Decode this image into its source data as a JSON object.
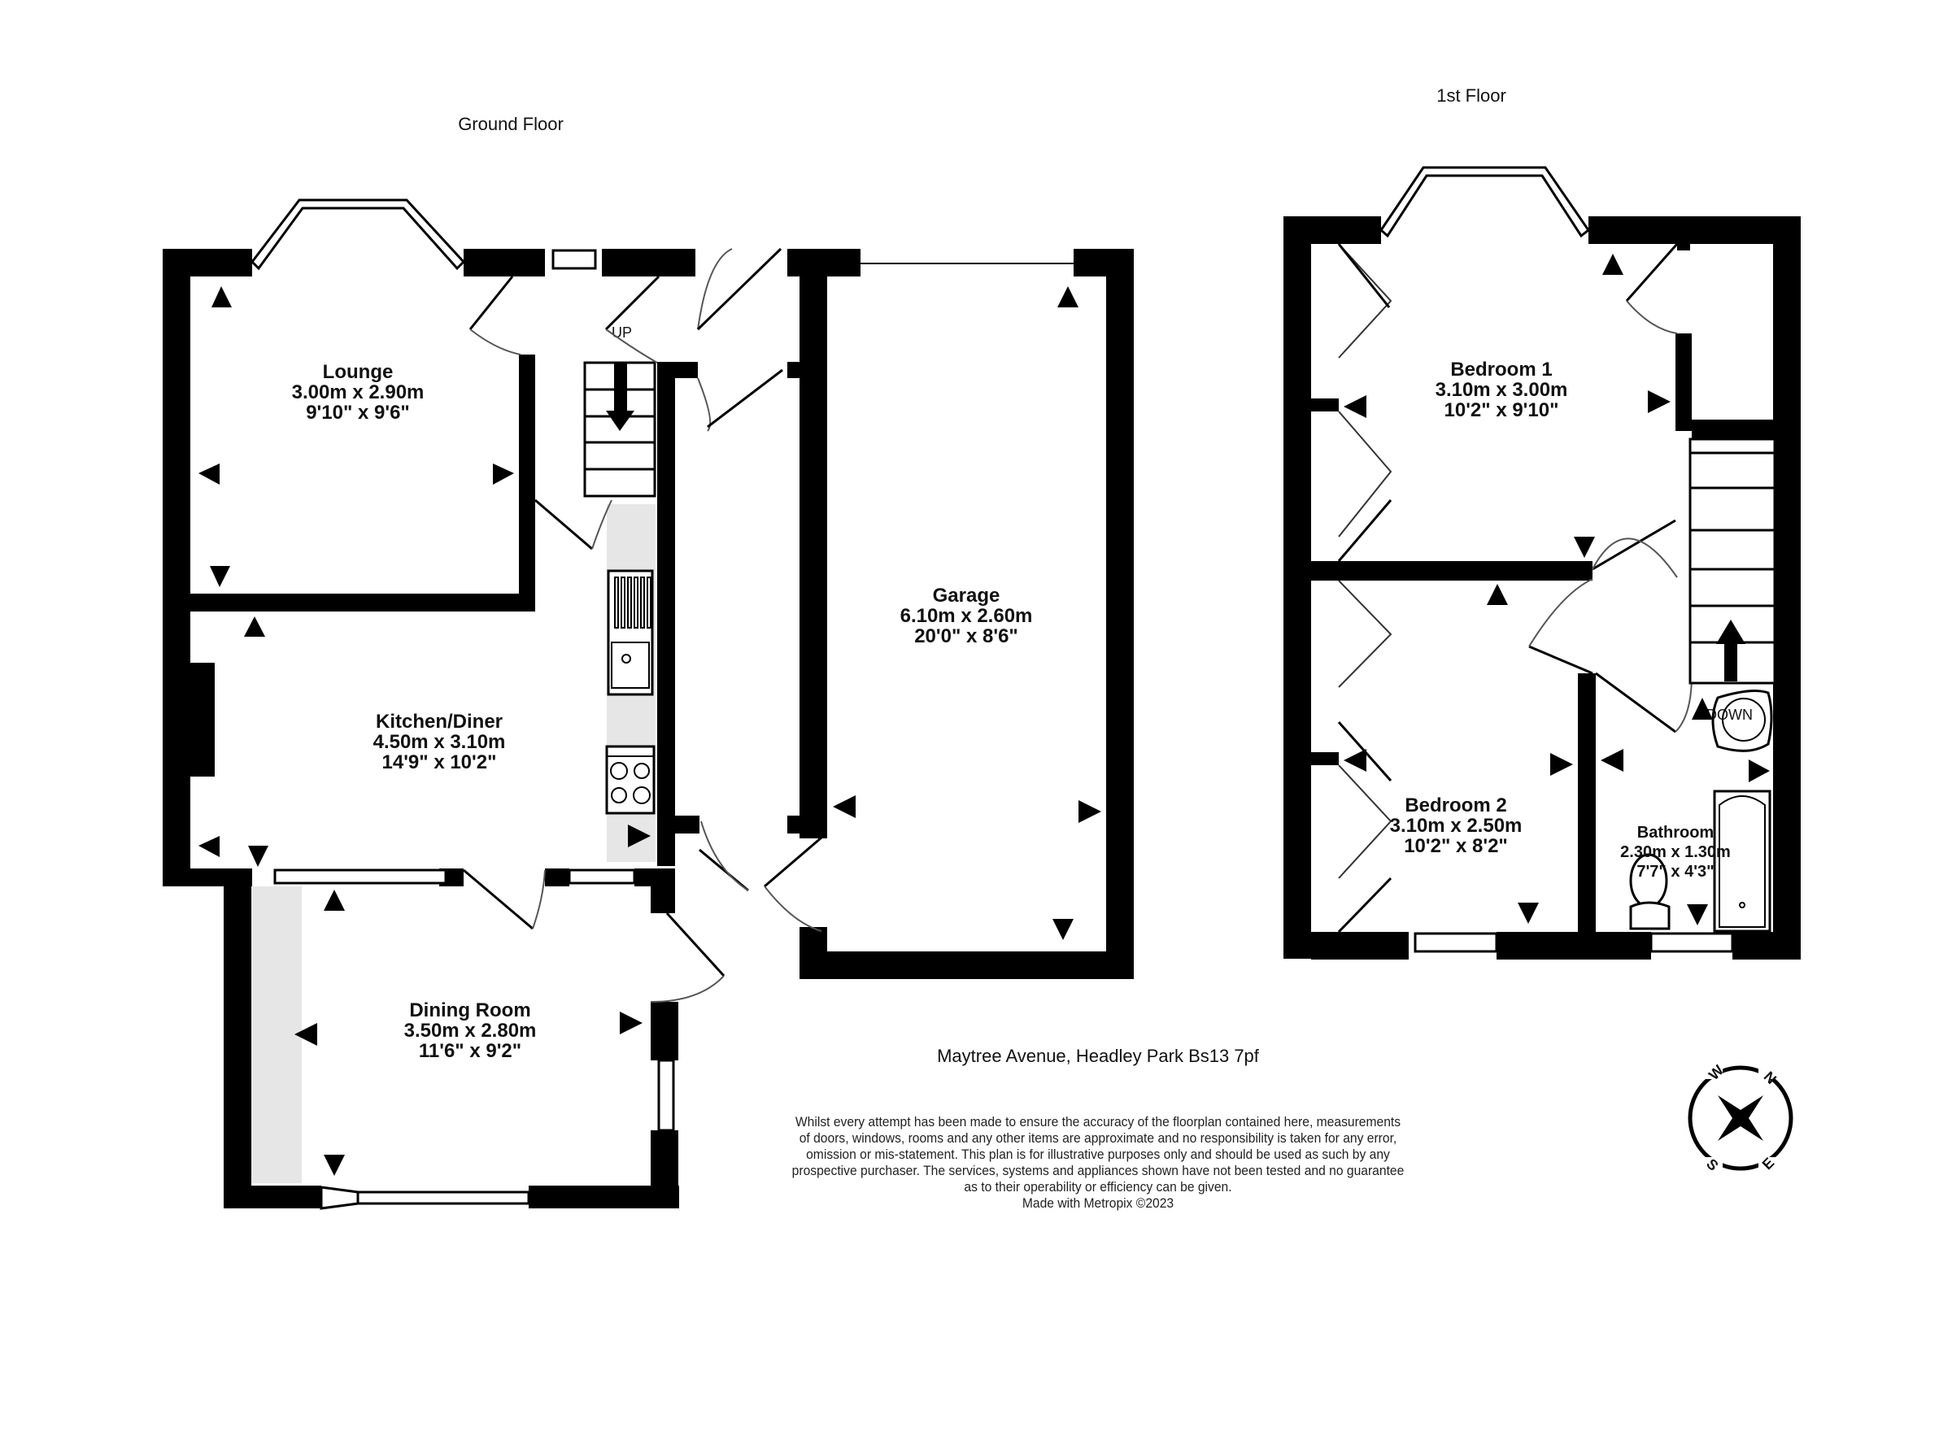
{
  "floors": [
    {
      "title": "Ground Floor",
      "rooms": [
        {
          "name": "Lounge",
          "metric": "3.00m  x 2.90m",
          "imperial": "9'10\"  x 9'6\""
        },
        {
          "name": "Kitchen/Diner",
          "metric": "4.50m  x 3.10m",
          "imperial": "14'9\"  x 10'2\""
        },
        {
          "name": "Dining Room",
          "metric": "3.50m  x 2.80m",
          "imperial": "11'6\"  x 9'2\""
        },
        {
          "name": "Garage",
          "metric": "6.10m  x 2.60m",
          "imperial": "20'0\"  x 8'6\""
        }
      ],
      "stairs_label": "UP"
    },
    {
      "title": "1st Floor",
      "rooms": [
        {
          "name": "Bedroom 1",
          "metric": "3.10m  x 3.00m",
          "imperial": "10'2\"  x 9'10\""
        },
        {
          "name": "Bedroom 2",
          "metric": "3.10m  x 2.50m",
          "imperial": "10'2\"  x 8'2\""
        },
        {
          "name": "Bathroom",
          "metric": "2.30m  x 1.30m",
          "imperial": "7'7\"  x 4'3\""
        }
      ],
      "stairs_label": "DOWN"
    }
  ],
  "address": "Maytree Avenue, Headley Park Bs13 7pf",
  "disclaimer": {
    "lines": [
      "Whilst every attempt has been made to ensure the accuracy of the floorplan contained here, measurements",
      "of doors, windows, rooms and any other items are approximate and no responsibility is taken for any error,",
      "omission or mis-statement. This plan is for illustrative purposes only and should be used as such by any",
      "prospective purchaser. The services, systems and appliances shown have not been tested and no guarantee",
      "as to their operability or efficiency can be given."
    ],
    "credit": "Made with Metropix ©2023"
  },
  "compass": {
    "icon": "compass-rose-icon",
    "labels": {
      "n": "N",
      "e": "E",
      "s": "S",
      "w": "W"
    }
  },
  "colors": {
    "wall": "#000000",
    "background": "#ffffff",
    "counter": "#e6e6e6"
  }
}
